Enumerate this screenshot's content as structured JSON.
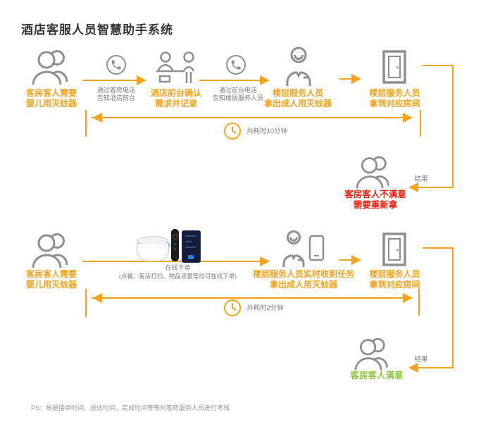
{
  "title": "酒店客服人员智慧助手系统",
  "colors": {
    "accent": "#F5A31C",
    "red": "#F11C0C",
    "green": "#8CC63F",
    "icon_gray": "#8F8F8F",
    "label_gray": "#7F7F7F",
    "title_dark": "#333333"
  },
  "flow_manual": {
    "guest_label": "客房客人需要\n婴儿用灭蚊器",
    "call1_label": "通过客房电话\n告知酒店前台",
    "frontdesk_label": "酒店前台确认\n需求并记录",
    "call2_label": "通过前台电话\n告知楼层服务人员",
    "staff_label": "楼层服务人员\n拿出成人用灭蚊器",
    "room_label": "楼层服务人员\n拿到对应房间",
    "duration_label": "共耗时10分钟",
    "result_tag": "结果",
    "result_label": "客房客人不满意\n需要重新拿"
  },
  "flow_smart": {
    "guest_label": "客房客人需要\n婴儿用灭蚊器",
    "order_label": "在线下单",
    "order_note": "(点餐、客房打扫、物品添置等均可在线下单)",
    "staff_label": "楼层服务人员实时收到任务\n拿出成人用灭蚊器",
    "room_label": "楼层服务人员\n拿到对应房间",
    "duration_label": "共耗时2分钟",
    "result_tag": "结果",
    "result_label": "客房客人满意"
  },
  "footer_note": "PS：根据接单时间、送达时间、完成时间等等对客房服务人员进行考核",
  "icons": {
    "guest": "people-pair-icon",
    "call": "phone-icon",
    "frontdesk": "reception-desk-icon",
    "staff": "service-person-icon",
    "staff_task": "service-person-phone-icon",
    "room": "door-icon",
    "duration": "clock-icon",
    "order_devices": [
      "smart-speaker-icon",
      "remote-control-icon",
      "smartphone-icon"
    ]
  }
}
